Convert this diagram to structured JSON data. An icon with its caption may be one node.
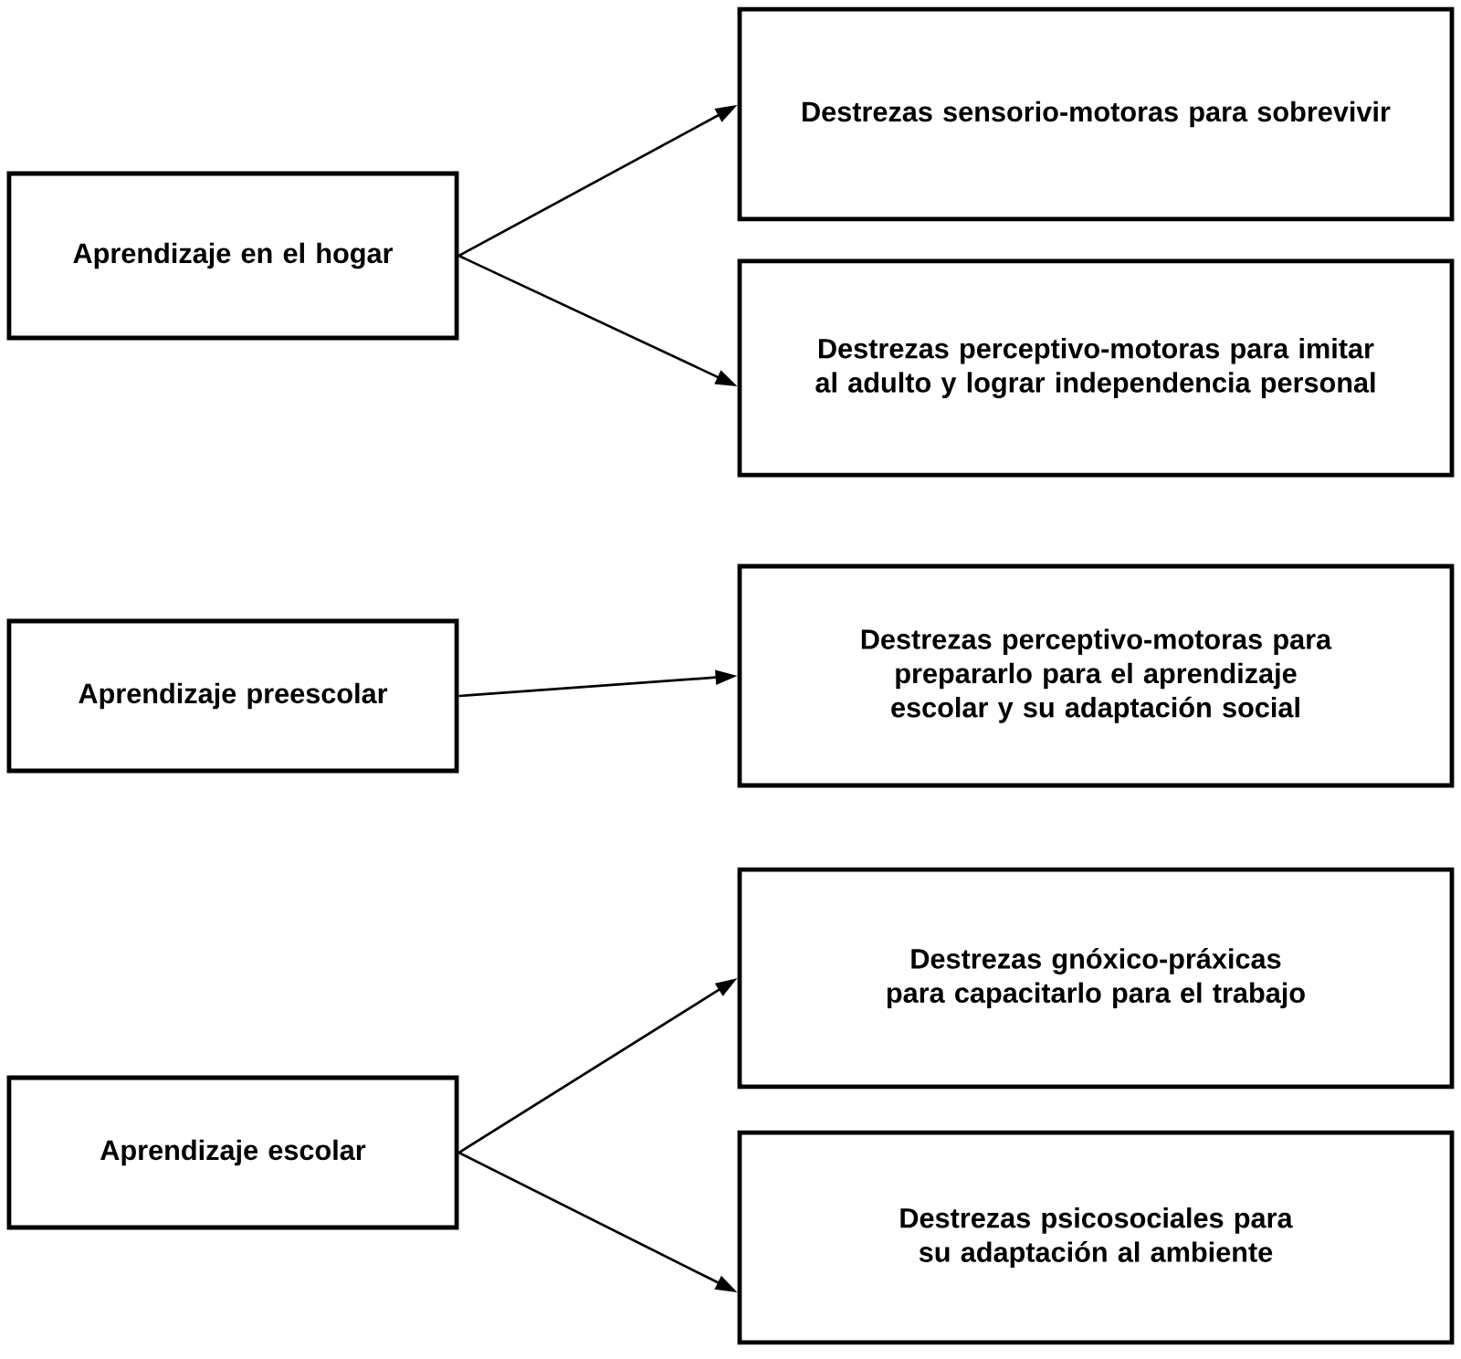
{
  "diagram": {
    "nodes": [
      {
        "text": [
          "Aprendizaje en el hogar"
        ]
      },
      {
        "text": [
          "Destrezas sensorio-motoras para sobrevivir"
        ]
      },
      {
        "text": [
          "Destrezas perceptivo-motoras para imitar al adulto y lograr independencia personal"
        ]
      },
      {
        "text": [
          "Aprendizaje preescolar"
        ]
      },
      {
        "text": [
          "Destrezas perceptivo-motoras para prepararlo para el aprendizaje escolar y su adaptación social"
        ]
      },
      {
        "text": [
          "Destrezas gnóxico-práxicas para capacitarlo para el trabajo"
        ]
      },
      {
        "text": [
          "Aprendizaje escolar"
        ]
      },
      {
        "text": [
          "Destrezas psicosociales para su adaptación al ambiente"
        ]
      }
    ],
    "edges": [
      {
        "from": 0,
        "to": 1,
        "arrow": "to"
      },
      {
        "from": 0,
        "to": 2,
        "arrow": "to"
      },
      {
        "from": 3,
        "to": 4,
        "arrow": "to"
      },
      {
        "from": 6,
        "to": 5,
        "arrow": "to"
      },
      {
        "from": 6,
        "to": 7,
        "arrow": "to"
      }
    ]
  }
}
